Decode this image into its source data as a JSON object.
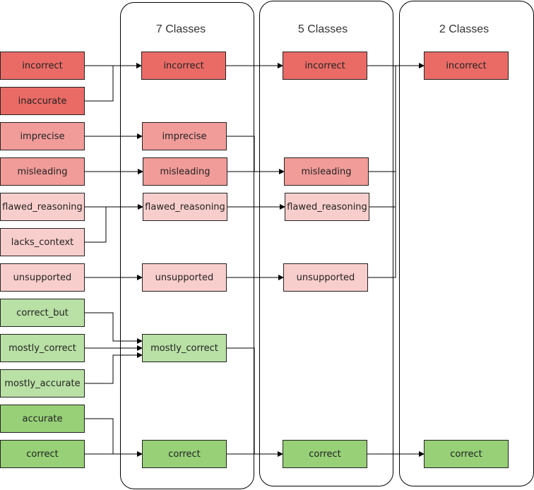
{
  "columns": {
    "seven": "7 Classes",
    "five": "5 Classes",
    "two": "2 Classes"
  },
  "source": {
    "incorrect": "incorrect",
    "inaccurate": "inaccurate",
    "imprecise": "imprecise",
    "misleading": "misleading",
    "flawed_reasoning": "flawed_reasoning",
    "lacks_context": "lacks_context",
    "unsupported": "unsupported",
    "correct_but": "correct_but",
    "mostly_correct": "mostly_correct",
    "mostly_accurate": "mostly_accurate",
    "accurate": "accurate",
    "correct": "correct"
  },
  "seven": {
    "incorrect": "incorrect",
    "imprecise": "imprecise",
    "misleading": "misleading",
    "flawed_reasoning": "flawed_reasoning",
    "unsupported": "unsupported",
    "mostly_correct": "mostly_correct",
    "correct": "correct"
  },
  "five": {
    "incorrect": "incorrect",
    "misleading": "misleading",
    "flawed_reasoning": "flawed_reasoning",
    "unsupported": "unsupported",
    "correct": "correct"
  },
  "two": {
    "incorrect": "incorrect",
    "correct": "correct"
  },
  "colors": {
    "red_strong": "#ea6b66",
    "red_medium": "#f19c99",
    "red_light": "#f8cecc",
    "green_light": "#b9e0a5",
    "green_strong": "#97d077"
  }
}
